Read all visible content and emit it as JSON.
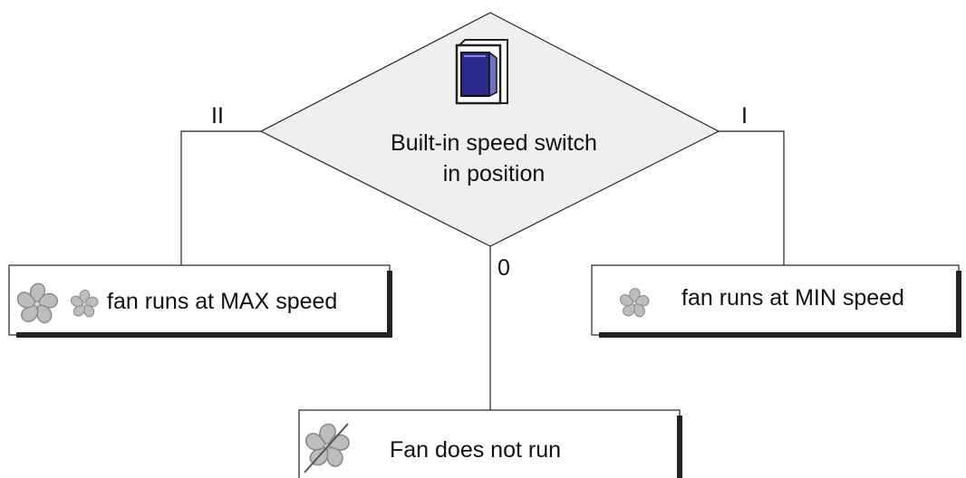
{
  "decision": {
    "question_line1": "Built-in speed switch",
    "question_line2": "in position",
    "icon": "rocker-switch-icon"
  },
  "branches": {
    "left_label": "II",
    "right_label": "I",
    "bottom_label": "0"
  },
  "outcomes": {
    "max_speed": {
      "text": "fan runs at MAX speed",
      "icons": [
        "fan-large-icon",
        "fan-small-icon"
      ]
    },
    "min_speed": {
      "text": "fan runs at MIN speed",
      "icons": [
        "fan-small-icon"
      ]
    },
    "off": {
      "text": "Fan does not run",
      "icons": [
        "fan-crossed-out-icon"
      ]
    }
  },
  "colors": {
    "line": "#222222",
    "switch_rocker": "#2a2a8c",
    "fan_fill": "#bdbdbd",
    "fan_stroke": "#8a8a8a"
  }
}
